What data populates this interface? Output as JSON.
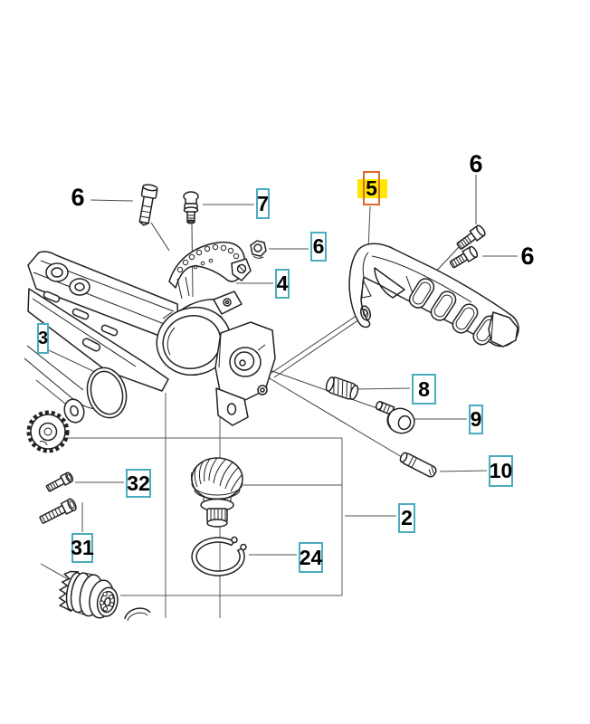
{
  "page": {
    "title": "Exploded parts diagram",
    "background": "#ffffff"
  },
  "colors": {
    "line": "#222222",
    "leader": "#4f4f4f",
    "callout_border": "#4aacbf",
    "callout_text": "#000000",
    "highlight_fill": "#ffe800",
    "highlight_border": "#e0662a"
  },
  "selected_callout": "5",
  "callouts": [
    {
      "ref": "3",
      "text": "3",
      "style": "boxed"
    },
    {
      "ref": "4",
      "text": "4",
      "style": "boxed"
    },
    {
      "ref": "5",
      "text": "5",
      "style": "highlighted"
    },
    {
      "ref": "6a",
      "text": "6",
      "style": "plain"
    },
    {
      "ref": "6b",
      "text": "6",
      "style": "boxed"
    },
    {
      "ref": "6c",
      "text": "6",
      "style": "plain"
    },
    {
      "ref": "6d",
      "text": "6",
      "style": "plain"
    },
    {
      "ref": "7",
      "text": "7",
      "style": "boxed"
    },
    {
      "ref": "8",
      "text": "8",
      "style": "boxed"
    },
    {
      "ref": "9",
      "text": "9",
      "style": "boxed"
    },
    {
      "ref": "10",
      "text": "10",
      "style": "boxed"
    },
    {
      "ref": "2",
      "text": "2",
      "style": "boxed"
    },
    {
      "ref": "24",
      "text": "24",
      "style": "boxed"
    },
    {
      "ref": "31",
      "text": "31",
      "style": "boxed"
    },
    {
      "ref": "32",
      "text": "32",
      "style": "boxed"
    }
  ],
  "drawing_parts": [
    "gearbox-housing-tube",
    "clamp-plate",
    "hex-nut",
    "flange-bolt",
    "grease-nipple",
    "handle-bracket",
    "handle-grip",
    "handle-bolts",
    "spring",
    "shoulder-screw",
    "locating-pin",
    "group-box",
    "bevel-pinion-gear",
    "circlip",
    "o-ring",
    "washer",
    "spur-gear",
    "short-bolt",
    "long-bolt",
    "bearing-gear-assembly",
    "partial-o-ring"
  ]
}
